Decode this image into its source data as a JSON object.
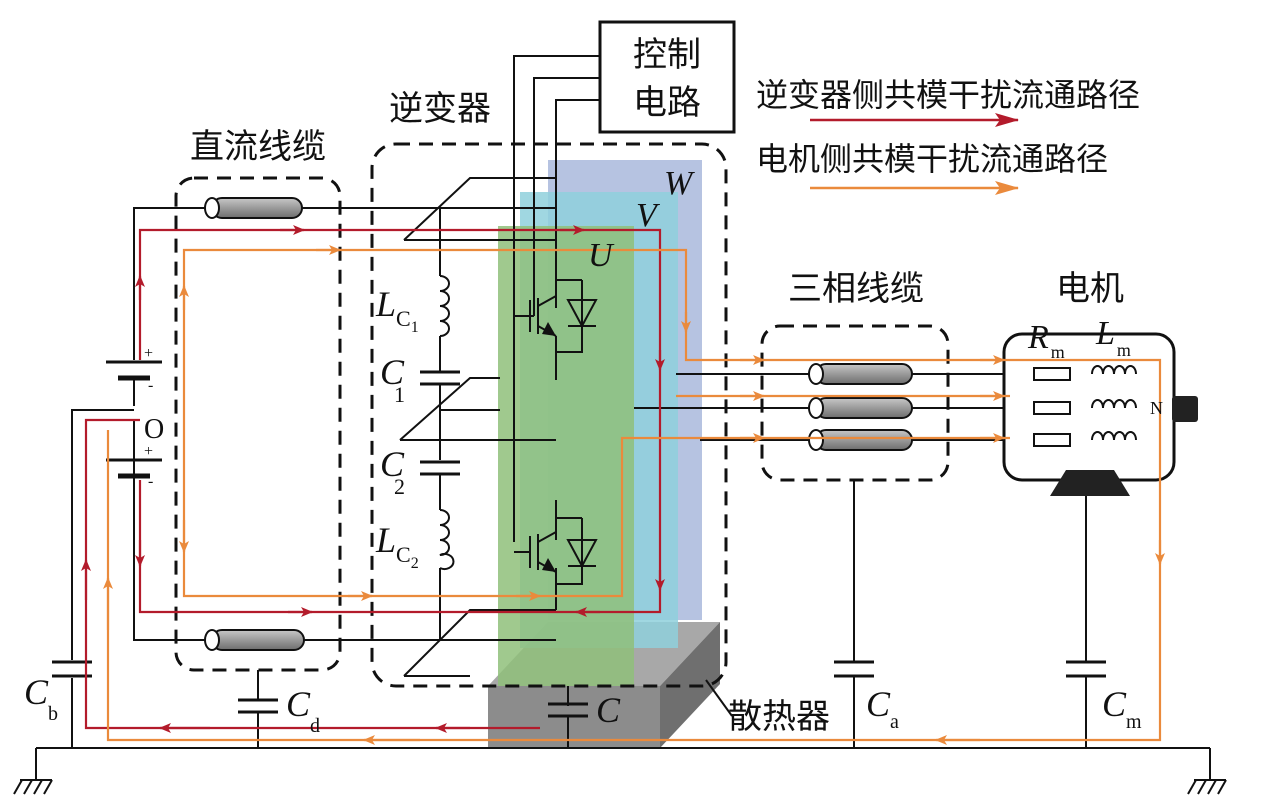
{
  "labels": {
    "control_line1": "控制",
    "control_line2": "电路",
    "inverter": "逆变器",
    "dc_cable": "直流线缆",
    "three_phase_cable": "三相线缆",
    "motor": "电机",
    "heatsink": "散热器",
    "legend_inverter_path": "逆变器侧共模干扰流通路径",
    "legend_motor_path": "电机侧共模干扰流通路径",
    "node_o": "O",
    "phase_u": "U",
    "phase_v": "V",
    "phase_w": "W",
    "plus": "+",
    "minus": "-",
    "lc1_main": "L",
    "lc1_sub": "C",
    "lc1_subsub": "1",
    "lc2_main": "L",
    "lc2_sub": "C",
    "lc2_subsub": "2",
    "c1_main": "C",
    "c1_sub": "1",
    "c2_main": "C",
    "c2_sub": "2",
    "rm_main": "R",
    "rm_sub": "m",
    "lm_main": "L",
    "lm_sub": "m",
    "n_label": "N",
    "cb_main": "C",
    "cb_sub": "b",
    "cd_main": "C",
    "cd_sub": "d",
    "c_main": "C",
    "ca_main": "C",
    "ca_sub": "a",
    "cm_main": "C",
    "cm_sub": "m"
  },
  "colors": {
    "inverter_path": "#b31b2b",
    "motor_path": "#ea8a3c",
    "phase_u_panel": "#8fbf7a",
    "phase_v_panel": "#8fd0dc",
    "phase_w_panel": "#a9b8dc",
    "heatsink": "#8c8c8c",
    "cable_body": "#a6a6a6"
  }
}
